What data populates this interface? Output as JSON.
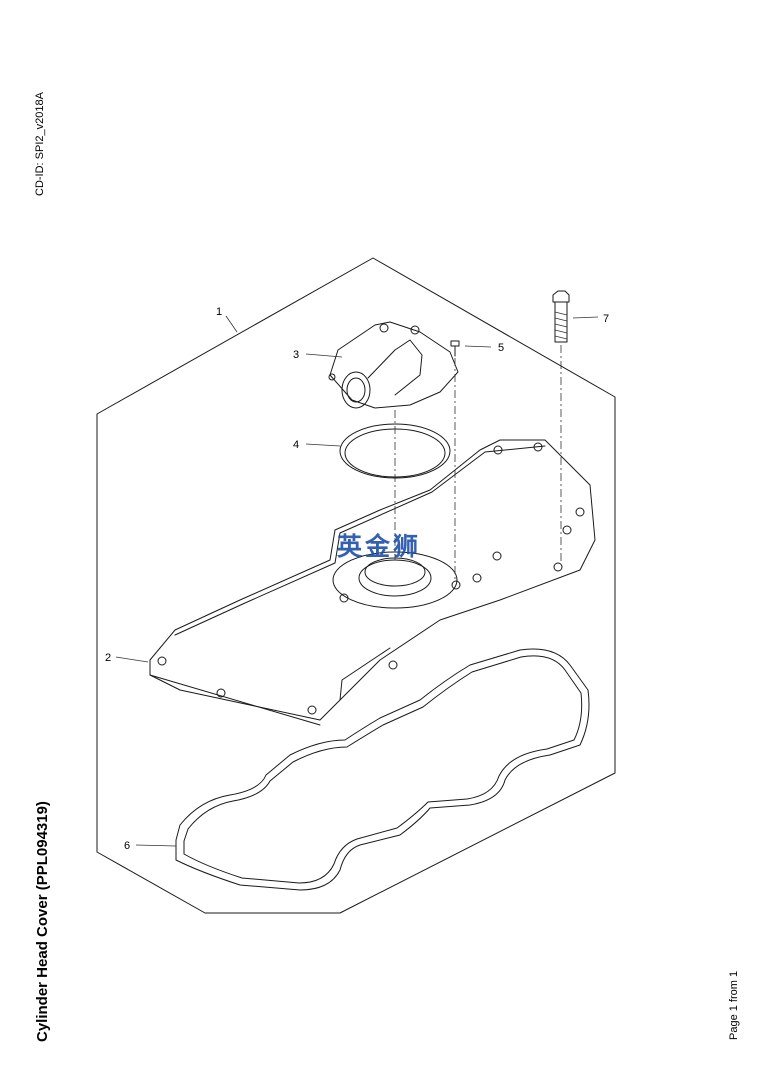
{
  "sidebar": {
    "cd_id": "CD-ID: SPI2_v2018A",
    "title": "Cylinder Head Cover (PPL094319)"
  },
  "footer": {
    "page": "Page 1 from 1"
  },
  "watermark": "英金狮",
  "callouts": [
    "1",
    "2",
    "3",
    "4",
    "5",
    "6",
    "7"
  ]
}
